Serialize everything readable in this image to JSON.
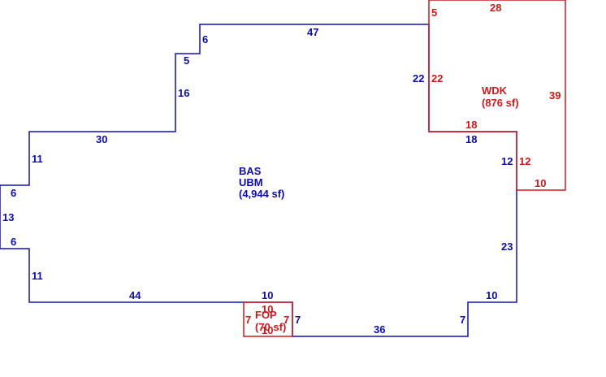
{
  "colors": {
    "main_outline": "#1010b8",
    "main_text": "#0b0bb0",
    "addon_outline": "#d01818",
    "addon_text": "#d01818",
    "background": "#ffffff"
  },
  "areas": {
    "bas": {
      "code": "BAS",
      "subcode": "UBM",
      "area": "(4,944 sf)"
    },
    "wdk": {
      "code": "WDK",
      "area": "(876 sf)"
    },
    "fop": {
      "code": "FOP",
      "area": "(70 sf)"
    }
  },
  "dimensions": {
    "bas": {
      "top": "47",
      "left_step_upper": "6",
      "left_step_mid": "5",
      "left_step_wall": "16",
      "upper_left_run": "30",
      "left_wall_upper": "11",
      "bump_top": "6",
      "bump_side": "13",
      "bump_bottom": "6",
      "left_wall_lower": "11",
      "bottom_left_run": "44",
      "porch_opening": "10",
      "porch_right_wall": "7",
      "bottom_run": "36",
      "right_jog_wall": "7",
      "right_jog_run": "10",
      "right_wall_lower": "23",
      "right_wall_upper": "12",
      "right_inner_run": "18",
      "right_inner_wall": "22"
    },
    "wdk": {
      "left_top": "5",
      "top": "28",
      "right": "39",
      "left": "22",
      "bottom_left": "18",
      "inner_wall": "12",
      "bottom_right": "10"
    },
    "fop": {
      "top": "10",
      "left": "7",
      "right": "7",
      "bottom": "10"
    }
  }
}
